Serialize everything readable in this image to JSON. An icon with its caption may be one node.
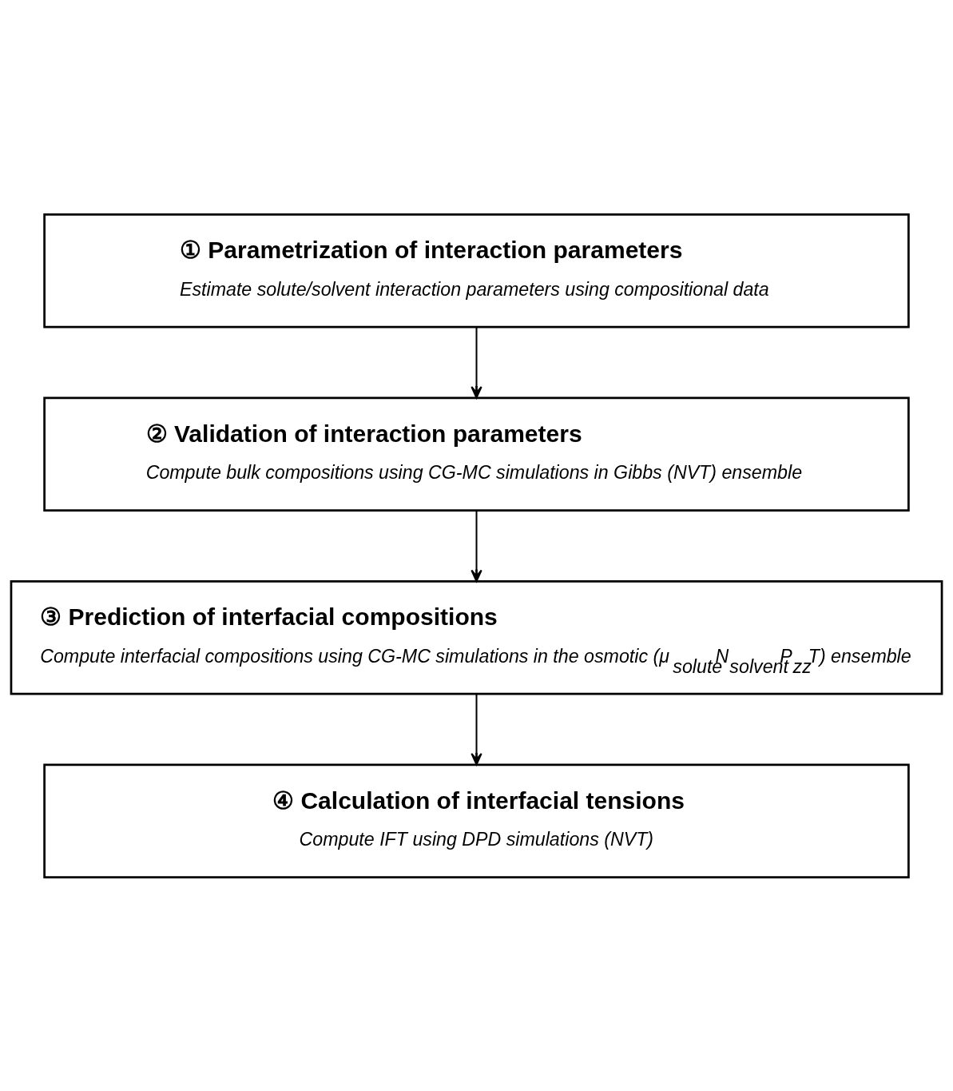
{
  "diagram": {
    "nodes": [
      {
        "text": [
          "① Parametrization of interaction parameters",
          "Estimate solute/solvent interaction parameters using compositional data"
        ]
      },
      {
        "text": [
          "② Validation of interaction parameters",
          "Compute bulk compositions using CG-MC simulations in Gibbs (NVT) ensemble"
        ]
      },
      {
        "text": [
          "③ Prediction of interfacial compositions",
          "Compute interfacial compositions using CG-MC simulations in the osmotic (μ$_{solute}$N$_{solvent}$P$_{zz}$T) ensemble"
        ]
      },
      {
        "text": [
          "④ Calculation of interfacial tensions",
          "Compute IFT using DPD simulations (NVT)"
        ]
      }
    ],
    "edges": [
      {
        "from": 0,
        "to": 1,
        "arrow": "to"
      },
      {
        "from": 1,
        "to": 2,
        "arrow": "to"
      },
      {
        "from": 2,
        "to": 3,
        "arrow": "to"
      }
    ]
  }
}
